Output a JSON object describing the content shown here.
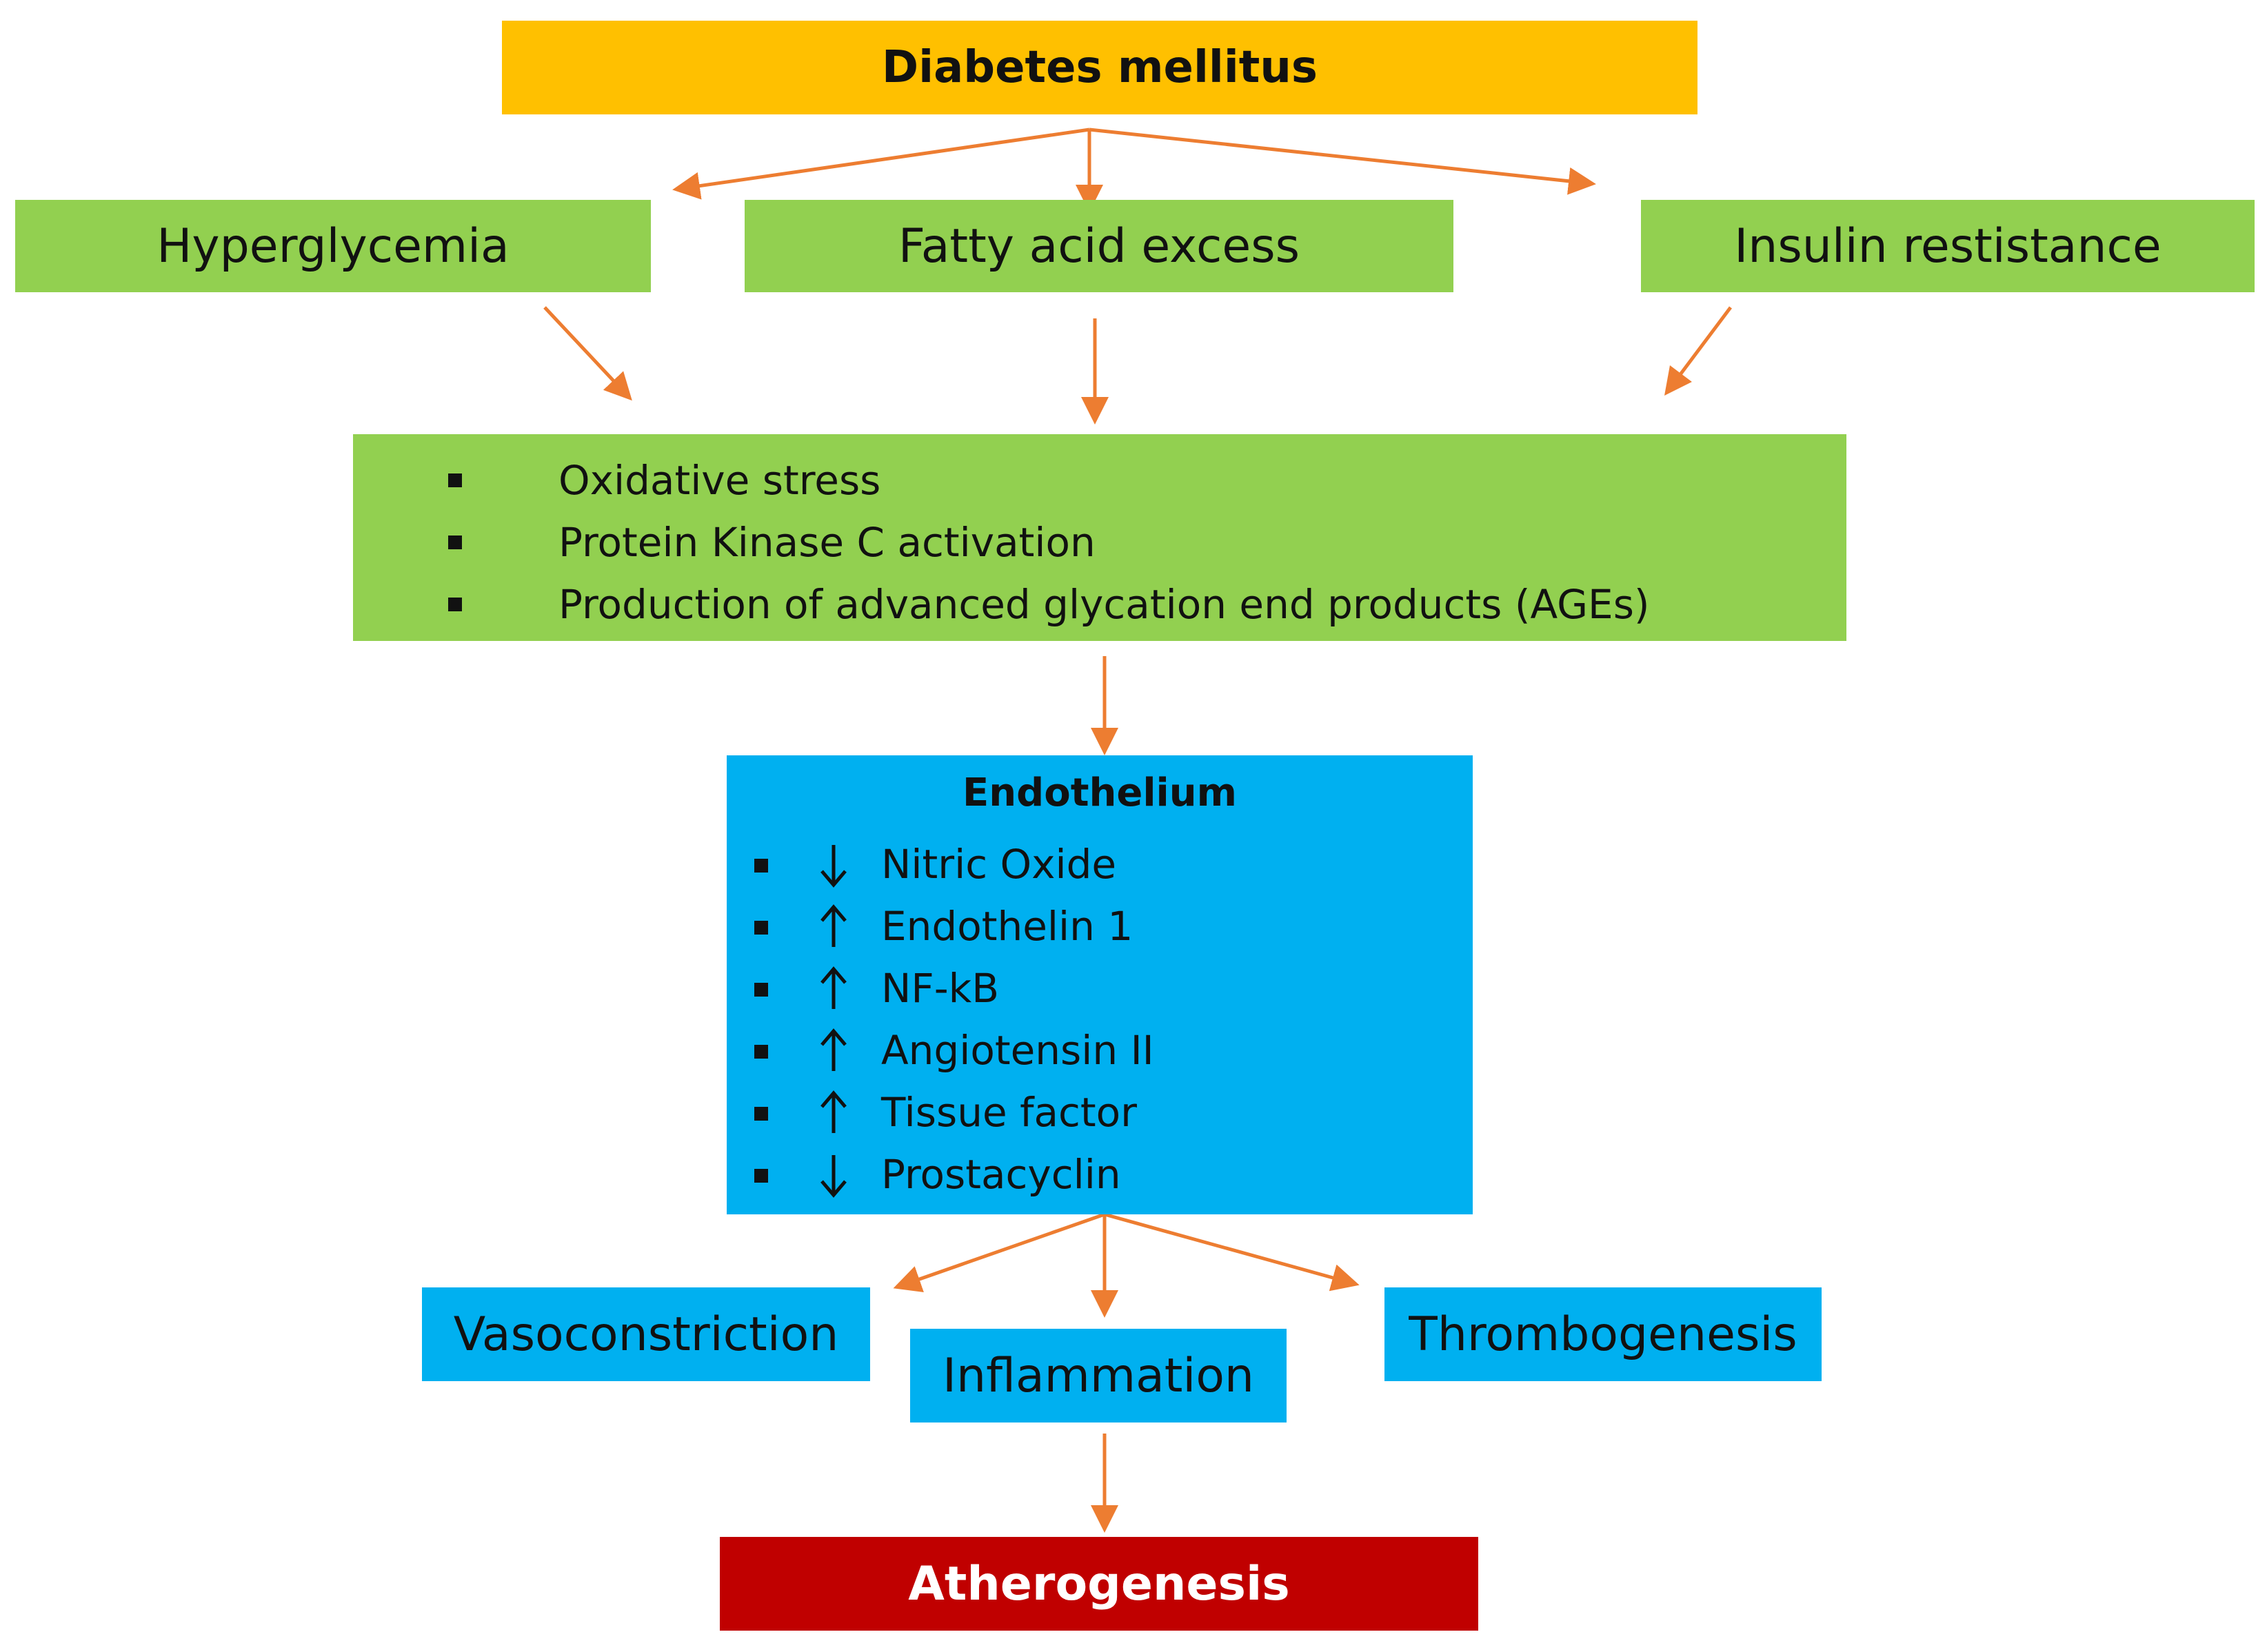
{
  "top": {
    "label": "Diabetes mellitus",
    "color": "#FFC000"
  },
  "causes": [
    {
      "label": "Hyperglycemia"
    },
    {
      "label": "Fatty acid excess"
    },
    {
      "label": "Insulin restistance"
    }
  ],
  "mechanisms": [
    "Oxidative stress",
    "Protein Kinase C activation",
    "Production of advanced glycation end products (AGEs)"
  ],
  "endothelium": {
    "title": "Endothelium",
    "items": [
      {
        "direction": "down",
        "label": "Nitric Oxide"
      },
      {
        "direction": "up",
        "label": "Endothelin 1"
      },
      {
        "direction": "up",
        "label": "NF-kB"
      },
      {
        "direction": "up",
        "label": "Angiotensin II"
      },
      {
        "direction": "up",
        "label": "Tissue factor"
      },
      {
        "direction": "down",
        "label": "Prostacyclin"
      }
    ]
  },
  "effects": [
    {
      "label": "Vasoconstriction"
    },
    {
      "label": "Inflammation"
    },
    {
      "label": "Thrombogenesis"
    }
  ],
  "outcome": {
    "label": "Atherogenesis",
    "color": "#C00000"
  },
  "colors": {
    "green": "#92D050",
    "blue": "#00B0F0",
    "arrow": "#ED7D31"
  },
  "icons": {
    "up": "arrow-up-icon",
    "down": "arrow-down-icon",
    "bullet": "square-bullet-icon"
  }
}
